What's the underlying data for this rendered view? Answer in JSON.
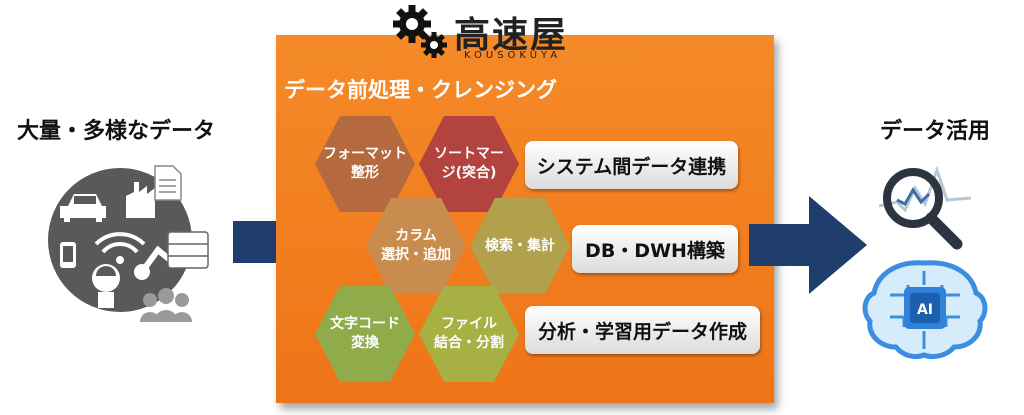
{
  "left": {
    "title": "大量・多様なデータ"
  },
  "right": {
    "title": "データ活用"
  },
  "logo": {
    "brand": "高速屋",
    "sub": "KOUSOKUYA"
  },
  "panel": {
    "title": "データ前処理・クレンジング",
    "hexes": [
      {
        "label": "フォーマット\n整形",
        "color": "#b5693f"
      },
      {
        "label": "ソートマー\nジ(突合)",
        "color": "#b2433f"
      },
      {
        "label": "カラム\n選択・追加",
        "color": "#c88c4e"
      },
      {
        "label": "検索・集計",
        "color": "#b1a04c"
      },
      {
        "label": "文字コード\n変換",
        "color": "#8fab4a"
      },
      {
        "label": "ファイル\n結合・分割",
        "color": "#a7b042"
      }
    ],
    "pills": [
      "システム間データ連携",
      "DB・DWH構築",
      "分析・学習用データ作成"
    ]
  },
  "icons": {
    "left_cluster": [
      "car-icon",
      "factory-icon",
      "document-icon",
      "smartphone-icon",
      "wifi-icon",
      "robot-arm-icon",
      "worker-icon",
      "database-icon",
      "people-icon"
    ],
    "right_cluster": [
      "magnifier-chart-icon",
      "ai-brain-icon"
    ]
  },
  "colors": {
    "arrow": "#1f3e6e",
    "panel": "#f07d1f",
    "ai_brain": "#3c8fe0"
  }
}
